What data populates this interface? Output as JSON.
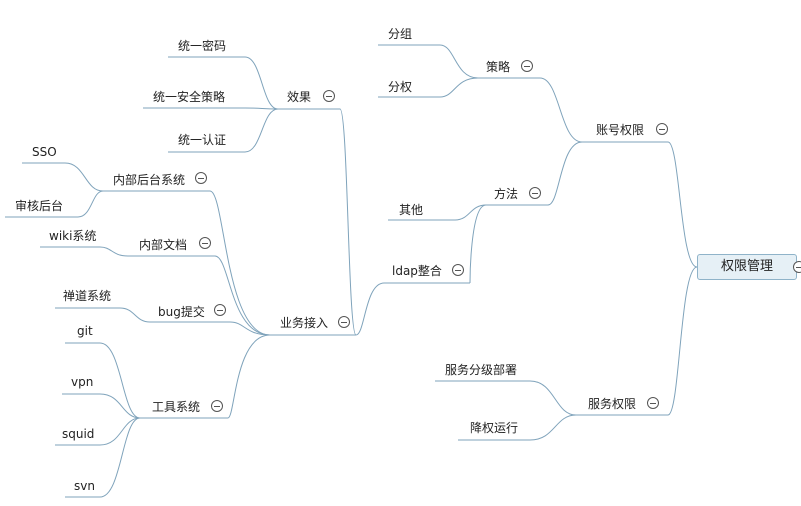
{
  "root": {
    "label": "权限管理"
  },
  "nodes": {
    "account_perm": "账号权限",
    "strategy": "策略",
    "group": "分组",
    "authorize": "分权",
    "method": "方法",
    "other": "其他",
    "ldap": "ldap整合",
    "service_perm": "服务权限",
    "tiered_deploy": "服务分级部署",
    "reduced_run": "降权运行",
    "business": "业务接入",
    "effect": "效果",
    "unified_pwd": "统一密码",
    "unified_security": "统一安全策略",
    "unified_auth": "统一认证",
    "internal_backend": "内部后台系统",
    "sso": "SSO",
    "audit_backend": "审核后台",
    "internal_docs": "内部文档",
    "wiki": "wiki系统",
    "bug_submit": "bug提交",
    "zentao": "禅道系统",
    "tools": "工具系统",
    "git": "git",
    "vpn": "vpn",
    "squid": "squid",
    "svn": "svn"
  },
  "colors": {
    "line": "#7fa3bb",
    "root_fill": "#e6f0f6",
    "root_border": "#8fb3c9",
    "text": "#222222"
  }
}
